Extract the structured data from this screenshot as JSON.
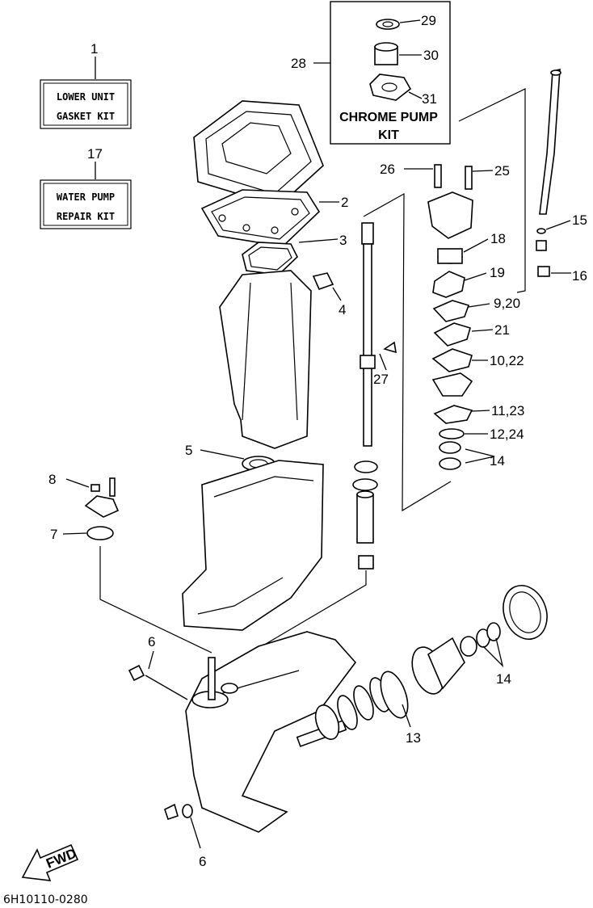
{
  "kits": {
    "gasket": {
      "number": "1",
      "line1": "LOWER UNIT",
      "line2": "GASKET KIT"
    },
    "water_pump": {
      "number": "17",
      "line1": "WATER PUMP",
      "line2": "REPAIR KIT"
    },
    "chrome_pump": {
      "number": "28",
      "line1": "CHROME PUMP",
      "line2": "KIT"
    }
  },
  "callouts": {
    "c2": "2",
    "c3": "3",
    "c4": "4",
    "c5": "5",
    "c6a": "6",
    "c6b": "6",
    "c7": "7",
    "c8": "8",
    "c9_20": "9,20",
    "c10_22": "10,22",
    "c11_23": "11,23",
    "c12_24": "12,24",
    "c13": "13",
    "c14a": "14",
    "c14b": "14",
    "c15": "15",
    "c16": "16",
    "c18": "18",
    "c19": "19",
    "c21": "21",
    "c25": "25",
    "c26": "26",
    "c27": "27",
    "c29": "29",
    "c30": "30",
    "c31": "31"
  },
  "fwd_label": "FWD",
  "drawing_code": "6H10110-0280"
}
